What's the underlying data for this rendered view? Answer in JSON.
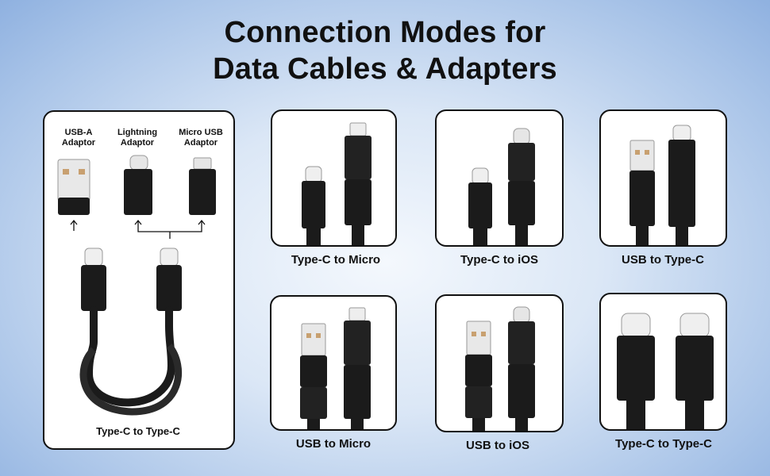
{
  "title": {
    "line1": "Connection Modes for",
    "line2": "Data Cables & Adapters"
  },
  "adaptors": {
    "usb_a_line1": "USB-A",
    "usb_a_line2": "Adaptor",
    "lightning_line1": "Lightning",
    "lightning_line2": "Adaptor",
    "micro_line1": "Micro USB",
    "micro_line2": "Adaptor"
  },
  "modes": {
    "main": "Type-C to Type-C",
    "c_micro": "Type-C to Micro",
    "c_ios": "Type-C to iOS",
    "usb_c": "USB to Type-C",
    "usb_micro": "USB to Micro",
    "usb_ios": "USB to iOS",
    "c_c": "Type-C to Type-C"
  }
}
